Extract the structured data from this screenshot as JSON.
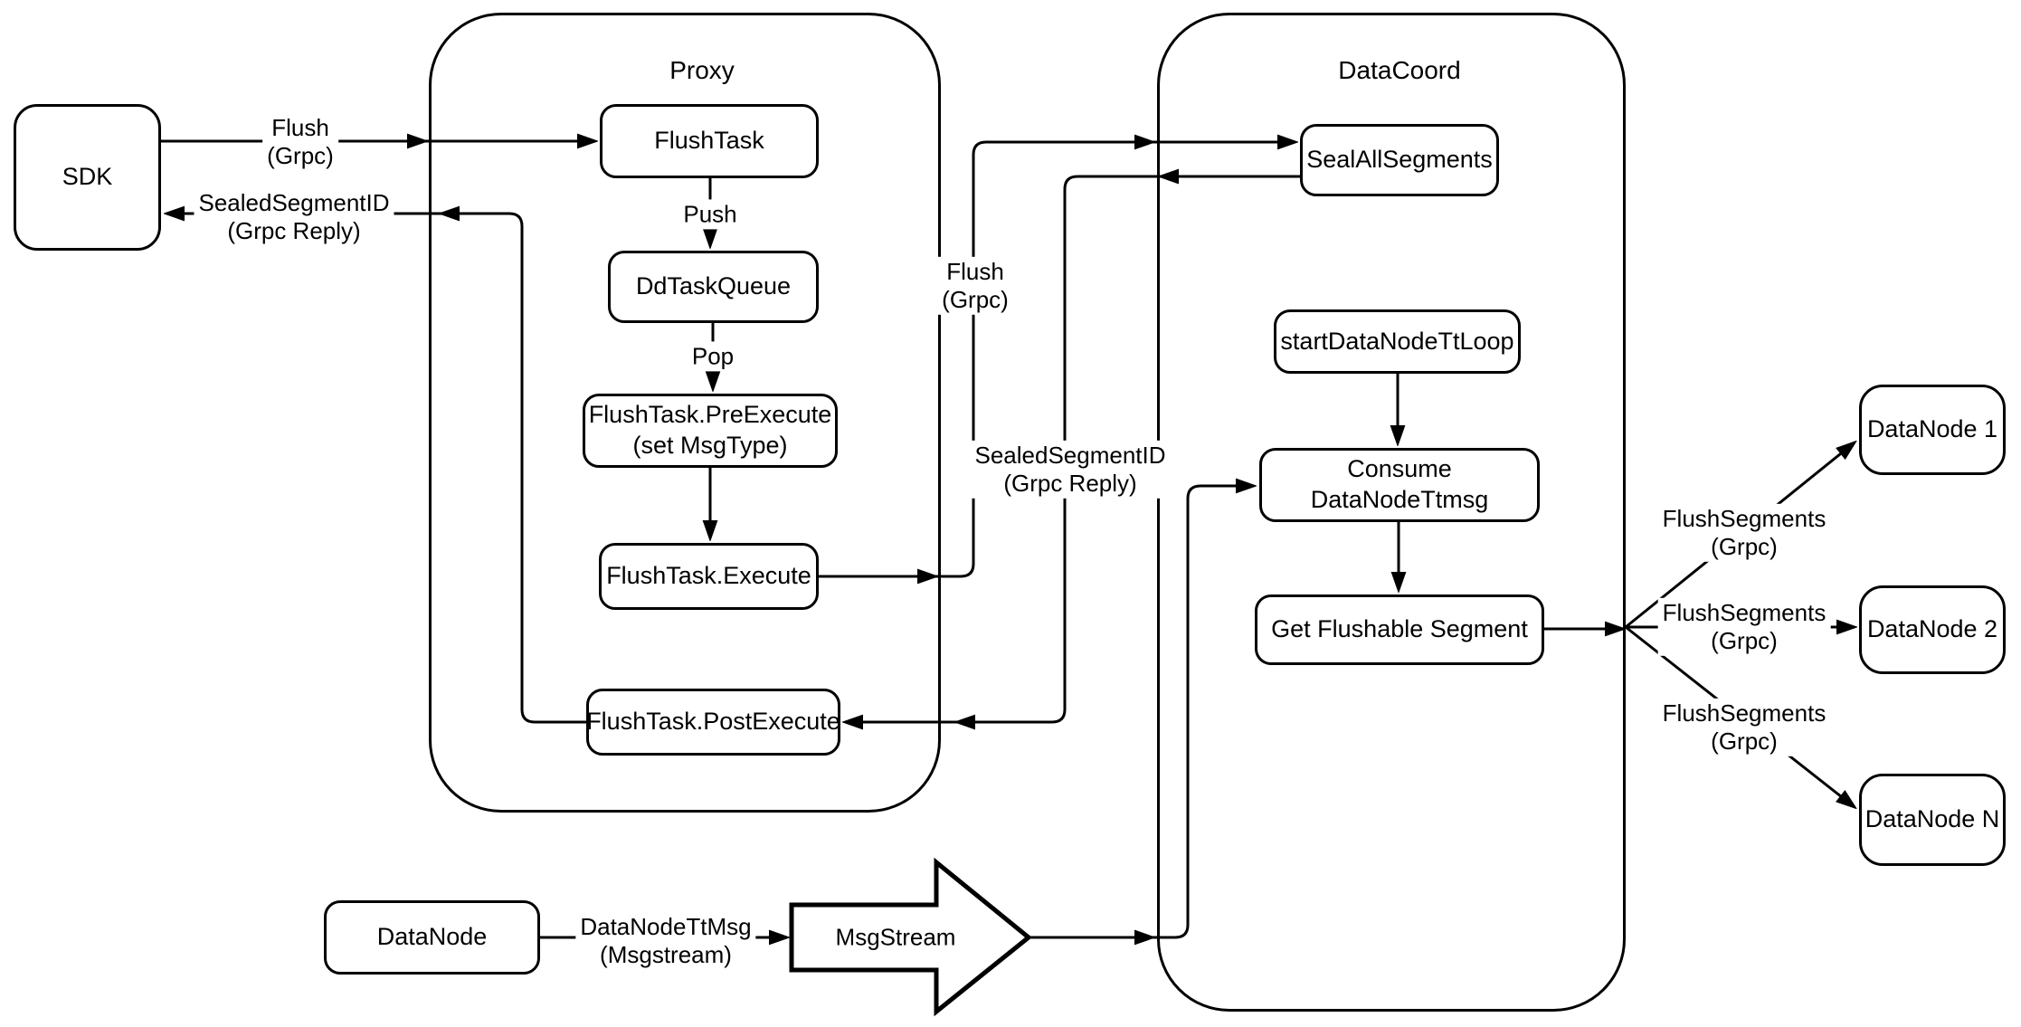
{
  "diagram": {
    "colors": {
      "stroke": "#000000",
      "background": "#ffffff",
      "node_fill": "#ffffff"
    },
    "containers": {
      "proxy": {
        "title": "Proxy"
      },
      "datacoord": {
        "title": "DataCoord"
      }
    },
    "nodes": {
      "sdk": {
        "label": "SDK"
      },
      "flush_task": {
        "label": "FlushTask"
      },
      "dd_task_queue": {
        "label": "DdTaskQueue"
      },
      "flush_task_pre_execute": {
        "label": "FlushTask.PreExecute\n(set MsgType)"
      },
      "flush_task_execute": {
        "label": "FlushTask.Execute"
      },
      "flush_task_post_execute": {
        "label": "FlushTask.PostExecute"
      },
      "seal_all_segments": {
        "label": "SealAllSegments"
      },
      "start_data_node_tt_loop": {
        "label": "startDataNodeTtLoop"
      },
      "consume_data_node_ttmsg": {
        "label": "Consume DataNodeTtmsg"
      },
      "get_flushable_segment": {
        "label": "Get Flushable Segment"
      },
      "data_node_1": {
        "label": "DataNode 1"
      },
      "data_node_2": {
        "label": "DataNode 2"
      },
      "data_node_n": {
        "label": "DataNode N"
      },
      "data_node": {
        "label": "DataNode"
      },
      "msg_stream": {
        "label": "MsgStream"
      }
    },
    "edge_labels": {
      "flush_grpc_to_proxy": "Flush\n(Grpc)",
      "sealed_segment_id_to_sdk": "SealedSegmentID\n(Grpc Reply)",
      "push": "Push",
      "pop": "Pop",
      "flush_grpc_to_datacoord": "Flush\n(Grpc)",
      "sealed_segment_id_to_proxy": "SealedSegmentID\n(Grpc Reply)",
      "flush_segments_1": "FlushSegments\n(Grpc)",
      "flush_segments_2": "FlushSegments\n(Grpc)",
      "flush_segments_3": "FlushSegments\n(Grpc)",
      "data_node_tt_msg": "DataNodeTtMsg\n(Msgstream)"
    }
  }
}
